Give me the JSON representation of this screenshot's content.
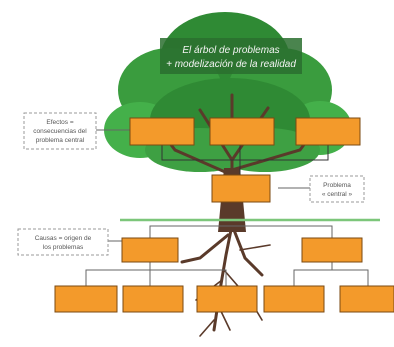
{
  "diagram": {
    "title_lines": [
      "El árbol de problemas",
      "+ modelización de la realidad"
    ],
    "effects_note": [
      "Efectos =",
      "consecuencias del",
      "problema central"
    ],
    "problem_note": [
      "Problema",
      "« central »"
    ],
    "causes_note": [
      "Causas = origen de",
      "los problemas"
    ],
    "effect_box_count": 3,
    "central_box_count": 1,
    "primary_cause_count": 2,
    "secondary_cause_count": 5,
    "colors": {
      "box_fill": "#f39a2b",
      "box_stroke": "#7b4a12",
      "canopy_dark": "#2f8a34",
      "canopy_light": "#44b04a",
      "trunk": "#5a3a2a",
      "ground_line": "#7cc67a"
    }
  }
}
